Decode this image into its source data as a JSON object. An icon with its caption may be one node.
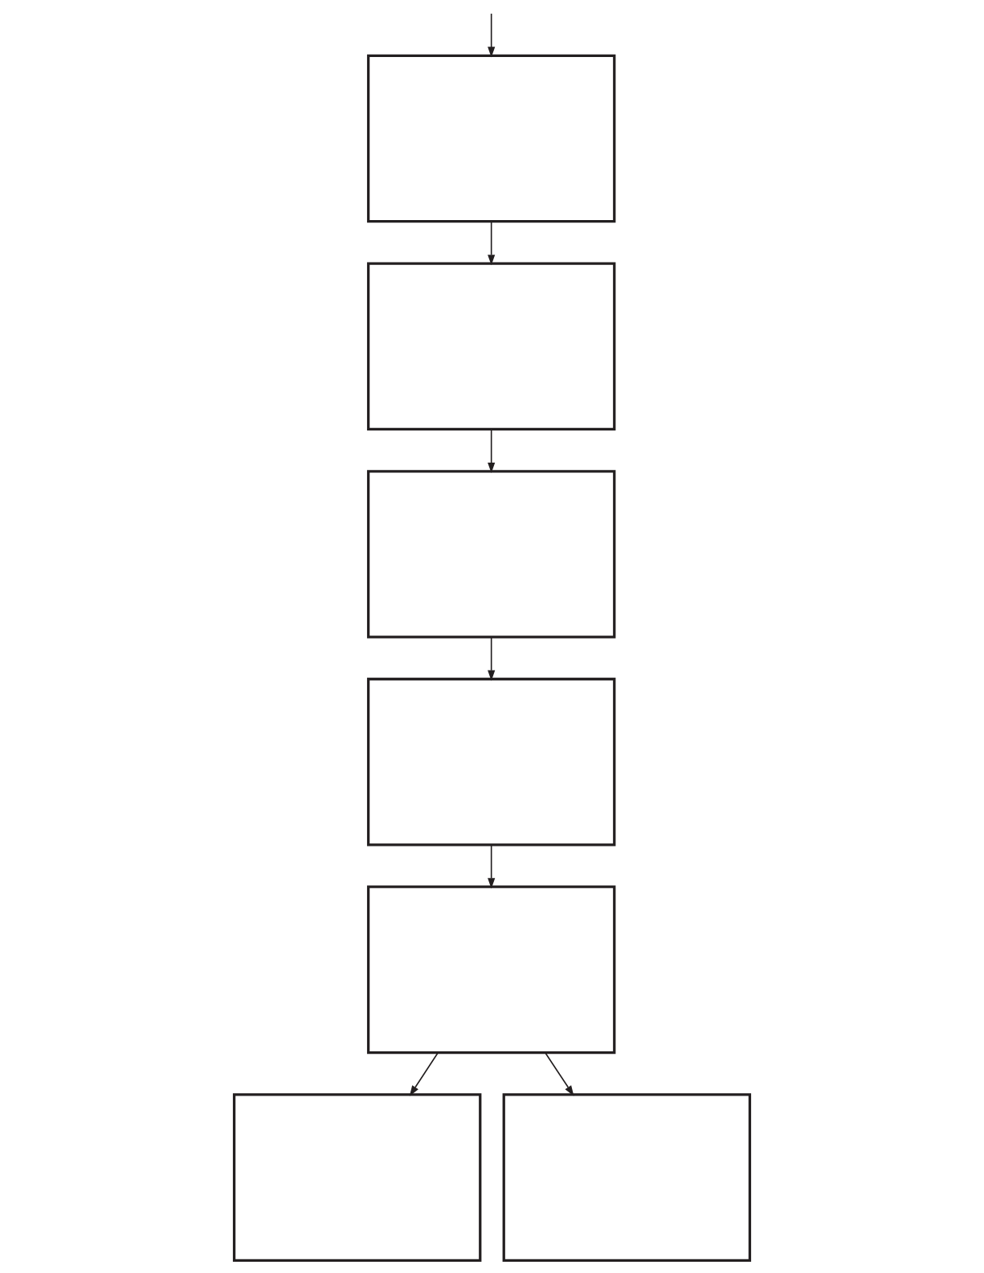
{
  "diagram": {
    "nodes": [
      {
        "text": [],
        "shape": "box"
      },
      {
        "text": [],
        "shape": "box"
      },
      {
        "text": [],
        "shape": "box"
      },
      {
        "text": [],
        "shape": "box"
      },
      {
        "text": [],
        "shape": "box"
      },
      {
        "text": [],
        "shape": "box"
      },
      {
        "text": [],
        "shape": "box"
      }
    ],
    "edges": [
      {
        "from": null,
        "to": 0,
        "arrow": "to"
      },
      {
        "from": 0,
        "to": 1,
        "arrow": "to"
      },
      {
        "from": 1,
        "to": 2,
        "arrow": "to"
      },
      {
        "from": 2,
        "to": 3,
        "arrow": "to"
      },
      {
        "from": 3,
        "to": 4,
        "arrow": "to"
      },
      {
        "from": 4,
        "to": 5,
        "arrow": "to"
      },
      {
        "from": 4,
        "to": 6,
        "arrow": "to"
      }
    ]
  }
}
